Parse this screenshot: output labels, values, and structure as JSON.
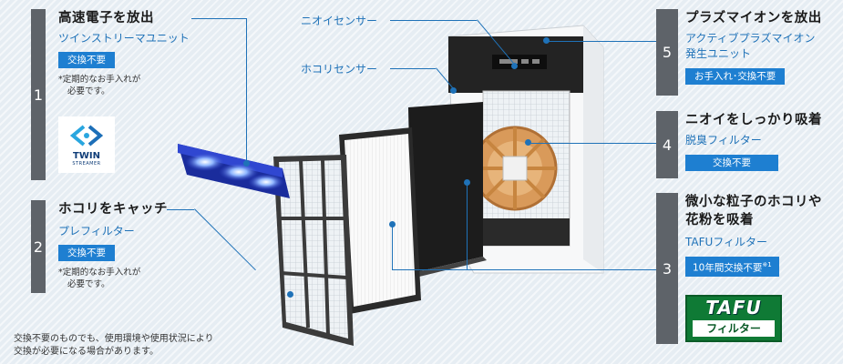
{
  "left": {
    "s1": {
      "num": "1",
      "title": "高速電子を放出",
      "subtitle": "ツインストリーマユニット",
      "badge": "交換不要",
      "note1": "*定期的なお手入れが",
      "note2": "必要です。",
      "logo_word": "TWIN",
      "logo_sub": "STREAMER"
    },
    "s2": {
      "num": "2",
      "title": "ホコリをキャッチ",
      "subtitle": "プレフィルター",
      "badge": "交換不要",
      "note1": "*定期的なお手入れが",
      "note2": "必要です。"
    }
  },
  "right": {
    "s5": {
      "num": "5",
      "title": "プラズマイオンを放出",
      "subtitle1": "アクティブプラズマイオン",
      "subtitle2": "発生ユニット",
      "badge": "お手入れ･交換不要"
    },
    "s4": {
      "num": "4",
      "title": "ニオイをしっかり吸着",
      "subtitle": "脱臭フィルター",
      "badge": "交換不要"
    },
    "s3": {
      "num": "3",
      "title1": "微小な粒子のホコリや",
      "title2": "花粉を吸着",
      "subtitle": "TAFUフィルター",
      "badge": "10年間交換不要",
      "badge_sup": "※1",
      "logo_top": "TAFU",
      "logo_bottom": "フィルター"
    }
  },
  "callouts": {
    "odor_sensor": "ニオイセンサー",
    "dust_sensor": "ホコリセンサー"
  },
  "footer": {
    "line1": "交換不要のものでも、使用環境や使用状況により",
    "line2": "交換が必要になる場合があります。"
  },
  "colors": {
    "accent": "#1f72b8",
    "badge": "#1e7fd1",
    "numbar": "#5e6369"
  }
}
